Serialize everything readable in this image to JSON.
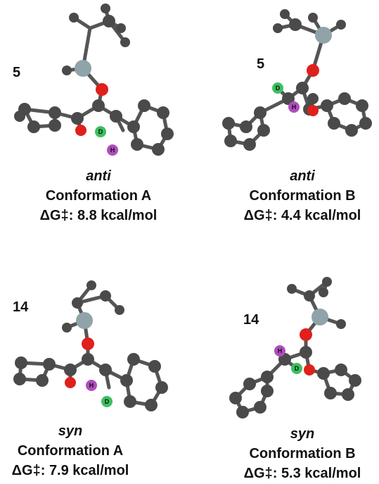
{
  "panels": [
    {
      "compound": "5",
      "stereo": "anti",
      "conformation": "Conformation A",
      "dg_label": "ΔG‡:",
      "dg_value": "8.8 kcal/mol"
    },
    {
      "compound": "5",
      "stereo": "anti",
      "conformation": "Conformation B",
      "dg_label": "ΔG‡:",
      "dg_value": "4.4 kcal/mol"
    },
    {
      "compound": "14",
      "stereo": "syn",
      "conformation": "Conformation A",
      "dg_label": "ΔG‡:",
      "dg_value": "7.9 kcal/mol"
    },
    {
      "compound": "14",
      "stereo": "syn",
      "conformation": "Conformation B",
      "dg_label": "ΔG‡:",
      "dg_value": "5.3 kcal/mol"
    }
  ],
  "atom_labels": {
    "deuterium": "D",
    "hydrogen": "H"
  },
  "colors": {
    "carbon": "#4a4a4a",
    "oxygen": "#e0201b",
    "silicon": "#8fa3a8",
    "deuterium": "#3cc060",
    "hydrogen": "#b04dbe"
  }
}
